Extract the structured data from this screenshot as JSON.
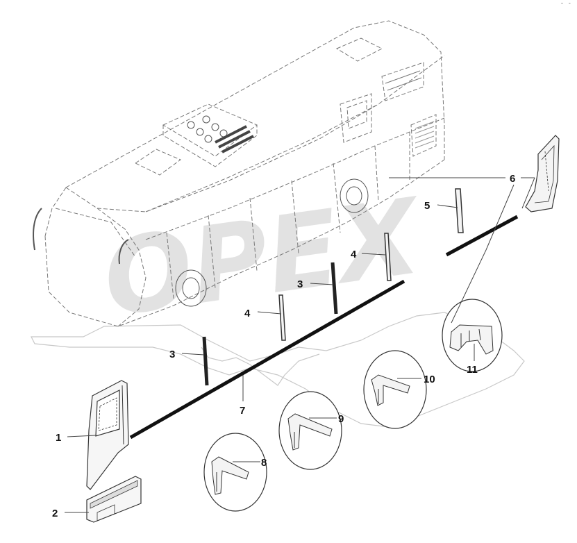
{
  "corner_mark": "- -",
  "watermark": "OPEX",
  "callouts": [
    "1",
    "2",
    "3",
    "3",
    "4",
    "4",
    "5",
    "6",
    "7",
    "8",
    "9",
    "10",
    "11"
  ]
}
